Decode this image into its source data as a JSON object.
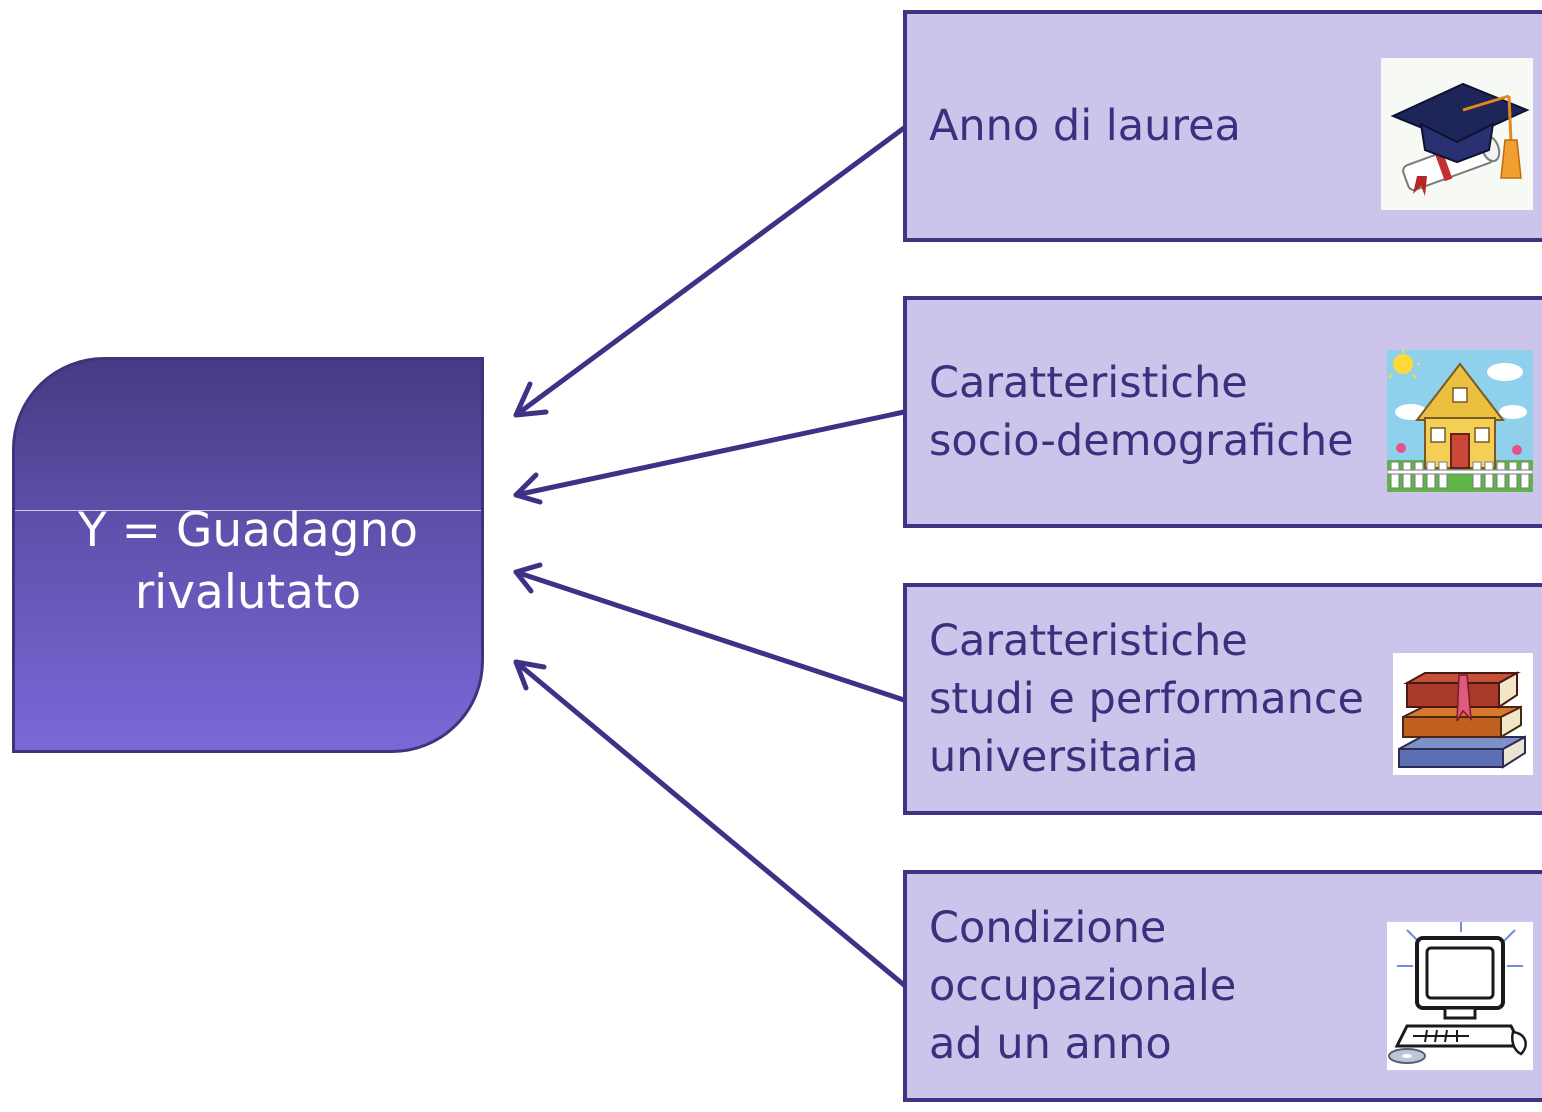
{
  "target": {
    "line1": "Y = Guadagno",
    "line2": "rivalutato"
  },
  "factors": [
    {
      "lines": [
        "Anno di laurea"
      ],
      "icon": "graduation-cap-diploma-icon"
    },
    {
      "lines": [
        "Caratteristiche",
        "socio-demografiche"
      ],
      "icon": "house-icon"
    },
    {
      "lines": [
        "Caratteristiche",
        "studi e performance",
        "universitaria"
      ],
      "icon": "books-stack-icon"
    },
    {
      "lines": [
        "Condizione",
        "occupazionale",
        "ad un anno"
      ],
      "icon": "computer-icon"
    }
  ],
  "colors": {
    "target_fill_top": "#463b84",
    "target_fill_bottom": "#7a68d8",
    "factor_fill": "#ccc4ea",
    "border": "#3f3481",
    "factor_text": "#3d2f7e",
    "arrow": "#3d3286"
  }
}
